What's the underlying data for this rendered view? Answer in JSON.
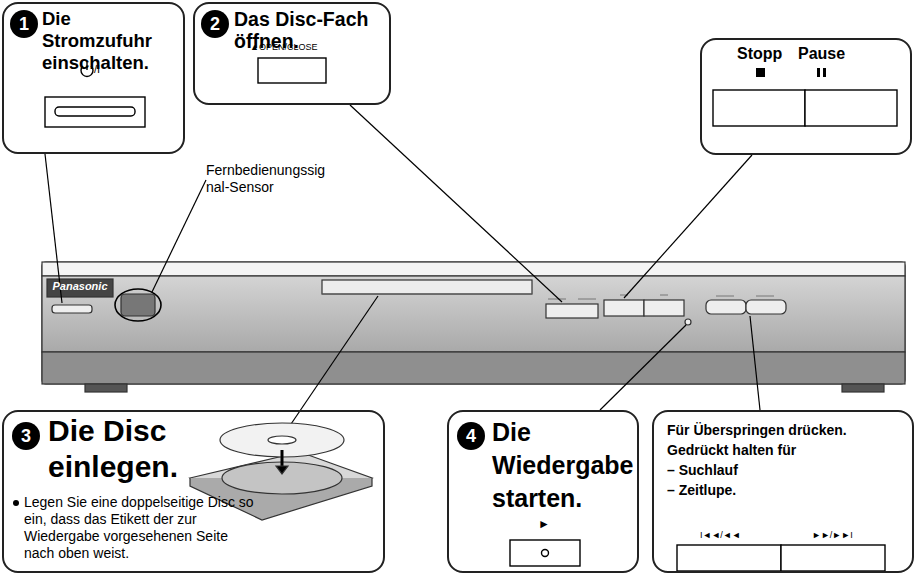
{
  "diagram": {
    "nodes": [
      {
        "text": [
          "1",
          "Die Stromzufuhr einschalten.",
          "/I"
        ]
      },
      {
        "text": [
          "2",
          "Das Disc-Fach öffnen.",
          "▲OPEN/CLOSE"
        ]
      },
      {
        "text": [
          "Stopp",
          "Pause"
        ]
      },
      {
        "text": [
          "3",
          "Die Disc einlegen.",
          "Legen Sie eine doppelseitige Disc so ein, dass das Etikett der zur Wiedergabe vorgesehenen Seite nach oben weist."
        ]
      },
      {
        "text": [
          "4",
          "Die Wiedergabe starten.",
          "►"
        ]
      },
      {
        "text": [
          "Für Überspringen drücken.",
          "Gedrückt halten für",
          "– Suchlauf",
          "– Zeitlupe.",
          "I◄◄/◄◄",
          "►►/►►I"
        ]
      }
    ],
    "labels": [
      "Fernbedienungssig nal-Sensor",
      "Panasonic"
    ]
  }
}
